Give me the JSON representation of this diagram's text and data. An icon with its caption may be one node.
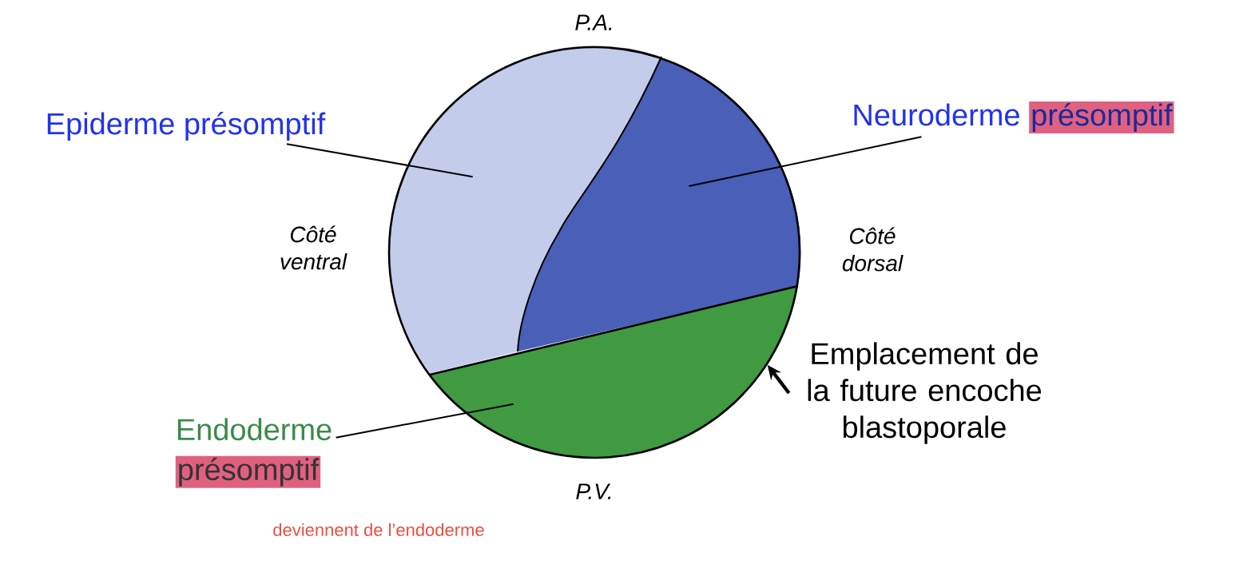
{
  "diagram": {
    "nodes": [
      {
        "text": [
          "Epiderme présomptif"
        ]
      },
      {
        "text": [
          "Neuroderme",
          "présomptif"
        ]
      },
      {
        "text": [
          "Endoderme",
          "présomptif"
        ]
      },
      {
        "text": [
          "Emplacement de la future encoche blastoporale"
        ]
      },
      {
        "text": [],
        "shape": "circle"
      },
      {
        "text": [],
        "shape": "segment",
        "in": 4
      },
      {
        "text": [],
        "shape": "segment",
        "in": 4
      },
      {
        "text": [],
        "shape": "segment",
        "in": 4
      }
    ],
    "edges": [
      {
        "from": 0,
        "to": 5,
        "arrow": "none"
      },
      {
        "from": 1,
        "to": 6,
        "arrow": "none"
      },
      {
        "from": 2,
        "to": 7,
        "arrow": "none"
      },
      {
        "from": 3,
        "to": 4,
        "arrow": "to",
        "style": "thick"
      }
    ],
    "labels": [
      "P.A.",
      "Côté ventral",
      "Côté dorsal",
      "P.V.",
      "deviennent de l’endoderme"
    ]
  }
}
